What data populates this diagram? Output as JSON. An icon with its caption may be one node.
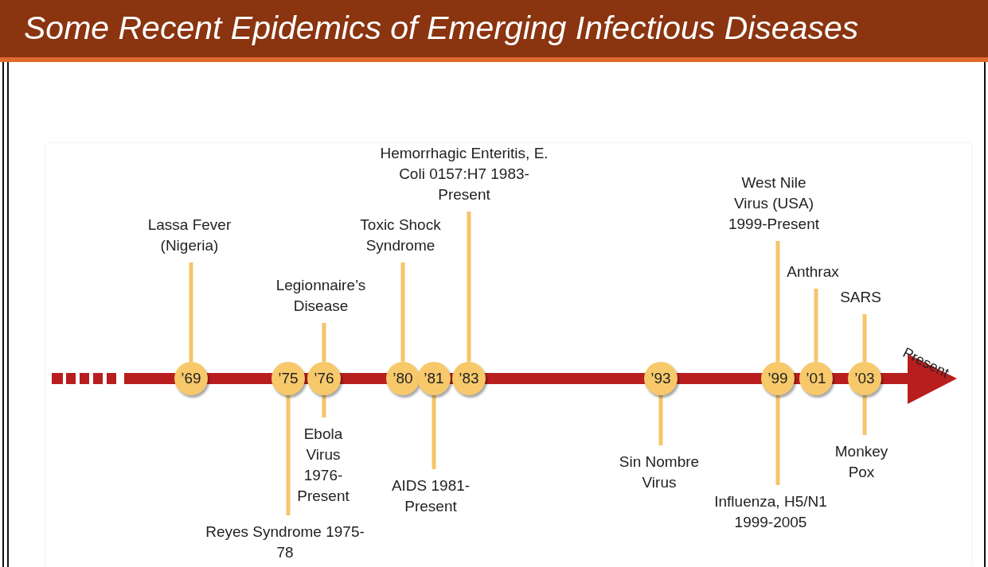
{
  "diagram": {
    "title": "Some Recent Epidemics of Emerging Infectious Diseases",
    "nodes": [
      {
        "text": [
          "’69"
        ]
      },
      {
        "text": [
          "’75"
        ]
      },
      {
        "text": [
          "’76"
        ]
      },
      {
        "text": [
          "’80"
        ]
      },
      {
        "text": [
          "’81"
        ]
      },
      {
        "text": [
          "’83"
        ]
      },
      {
        "text": [
          "’93"
        ]
      },
      {
        "text": [
          "’99"
        ]
      },
      {
        "text": [
          "’01"
        ]
      },
      {
        "text": [
          "’03"
        ]
      },
      {
        "text": [
          "Lassa Fever (Nigeria)"
        ]
      },
      {
        "text": [
          "Reyes Syndrome 1975-78"
        ]
      },
      {
        "text": [
          "Legionnaire’s Disease"
        ]
      },
      {
        "text": [
          "Ebola Virus 1976-Present"
        ]
      },
      {
        "text": [
          "Toxic Shock Syndrome"
        ]
      },
      {
        "text": [
          "AIDS 1981-Present"
        ]
      },
      {
        "text": [
          "Hemorrhagic Enteritis, E. Coli 0157:H7 1983-Present"
        ]
      },
      {
        "text": [
          "Sin Nombre Virus"
        ]
      },
      {
        "text": [
          "West Nile Virus (USA) 1999-Present"
        ]
      },
      {
        "text": [
          "Influenza, H5/N1 1999-2005"
        ]
      },
      {
        "text": [
          "Anthrax"
        ]
      },
      {
        "text": [
          "SARS"
        ]
      },
      {
        "text": [
          "Monkey Pox"
        ]
      }
    ],
    "edges": [
      {
        "from": 10,
        "to": 0,
        "arrow": "none"
      },
      {
        "from": 11,
        "to": 1,
        "arrow": "none"
      },
      {
        "from": 12,
        "to": 2,
        "arrow": "none"
      },
      {
        "from": 13,
        "to": 2,
        "arrow": "none"
      },
      {
        "from": 14,
        "to": 3,
        "arrow": "none"
      },
      {
        "from": 15,
        "to": 4,
        "arrow": "none"
      },
      {
        "from": 16,
        "to": 5,
        "arrow": "none"
      },
      {
        "from": 17,
        "to": 6,
        "arrow": "none"
      },
      {
        "from": 18,
        "to": 7,
        "arrow": "none"
      },
      {
        "from": 19,
        "to": 7,
        "arrow": "none"
      },
      {
        "from": 20,
        "to": 8,
        "arrow": "none"
      },
      {
        "from": 21,
        "to": 9,
        "arrow": "none"
      },
      {
        "from": 22,
        "to": 9,
        "arrow": "none"
      }
    ],
    "labels": [
      "Present"
    ]
  }
}
